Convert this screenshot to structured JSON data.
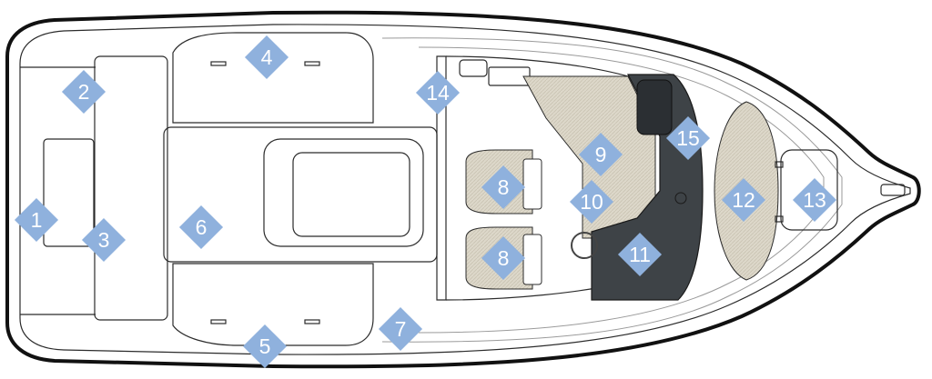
{
  "diagram": {
    "colors": {
      "marker": "#8fb1dd",
      "marker_text": "#ffffff",
      "hull_outline": "#111111",
      "upholstery": "#d9d4c6",
      "console": "#3e4347"
    },
    "markers": [
      {
        "id": "m1",
        "label": "1"
      },
      {
        "id": "m2",
        "label": "2"
      },
      {
        "id": "m3",
        "label": "3"
      },
      {
        "id": "m4",
        "label": "4"
      },
      {
        "id": "m5",
        "label": "5"
      },
      {
        "id": "m6",
        "label": "6"
      },
      {
        "id": "m7",
        "label": "7"
      },
      {
        "id": "m8a",
        "label": "8"
      },
      {
        "id": "m8b",
        "label": "8"
      },
      {
        "id": "m9",
        "label": "9"
      },
      {
        "id": "m10",
        "label": "10"
      },
      {
        "id": "m11",
        "label": "11"
      },
      {
        "id": "m12",
        "label": "12"
      },
      {
        "id": "m13",
        "label": "13"
      },
      {
        "id": "m14",
        "label": "14"
      },
      {
        "id": "m15",
        "label": "15"
      }
    ]
  }
}
